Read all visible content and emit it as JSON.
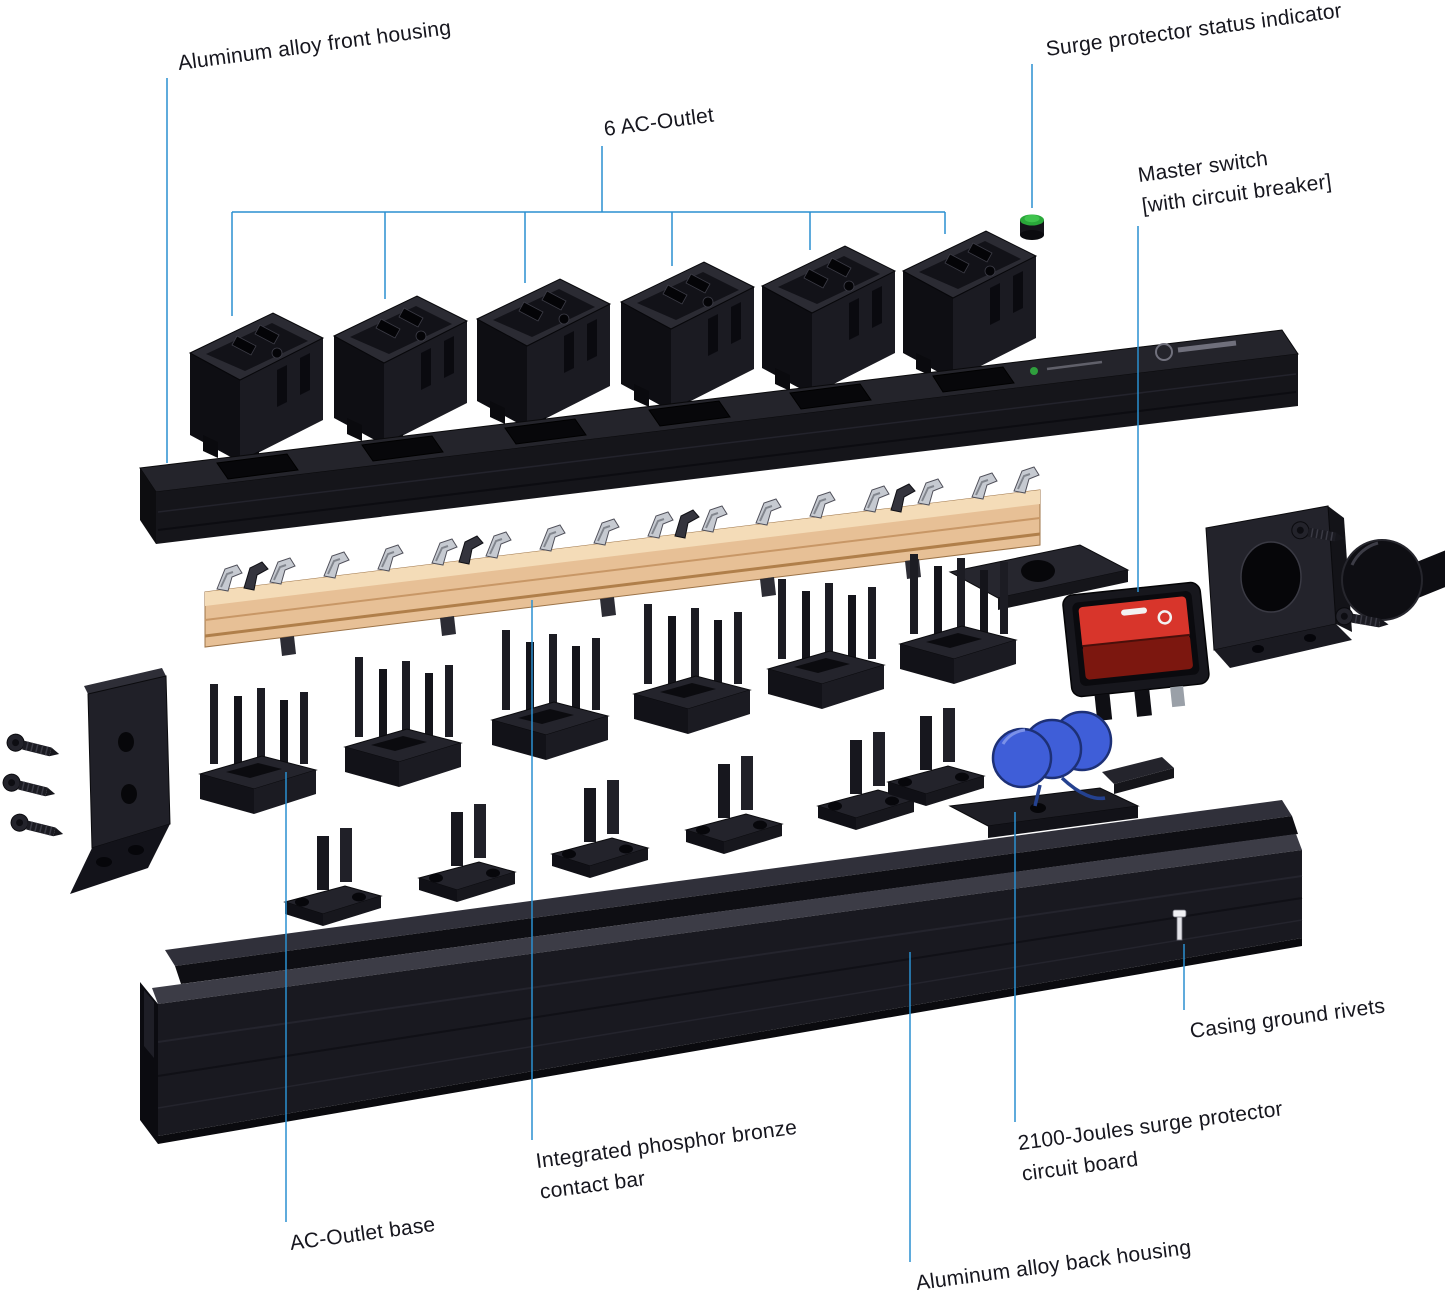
{
  "labels": {
    "front_housing": "Aluminum alloy front housing",
    "ac_outlet": "6 AC-Outlet",
    "status_indicator": "Surge protector status indicator",
    "master_switch": "Master switch\n[with circuit breaker]",
    "ground_rivets": "Casing ground rivets",
    "surge_board": "2100-Joules surge protector\ncircuit board",
    "contact_bar": "Integrated phosphor bronze\ncontact bar",
    "outlet_base": "AC-Outlet base",
    "back_housing": "Aluminum alloy back housing"
  },
  "colors": {
    "leader_line": "#2a8fd0",
    "label_text": "#16161e",
    "housing_black": "#1b1b22",
    "copper": "#e7c096",
    "mov_disc_blue": "#3f5ed8",
    "switch_red": "#d8352b",
    "indicator_green": "#3fc34d"
  }
}
